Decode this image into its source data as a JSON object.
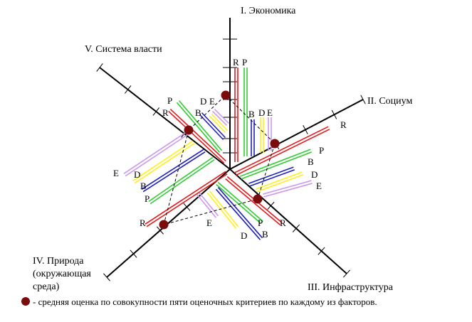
{
  "axes": [
    {
      "id": "economy",
      "label": "I. Экономика"
    },
    {
      "id": "society",
      "label": "II. Социум"
    },
    {
      "id": "infrastructure",
      "label": "III. Инфраструктура"
    },
    {
      "id": "nature",
      "label": "IV. Природа (окружающая среда)",
      "label_lines": [
        "IV. Природа",
        "(окружающая",
        "среда)"
      ]
    },
    {
      "id": "power",
      "label": "V. Система власти"
    }
  ],
  "criteria_letters": [
    "R",
    "P",
    "B",
    "D",
    "E"
  ],
  "colors": {
    "R": "#e31a1c",
    "P": "#33cc33",
    "B": "#1f1fbf",
    "D": "#ffee22",
    "E": "#cc99ee",
    "avg_dot": "#7a0c0c",
    "axis": "#000000"
  },
  "legend": {
    "text": "- средняя оценка по совокупности пяти оценочных критериев по каждому из факторов."
  }
}
